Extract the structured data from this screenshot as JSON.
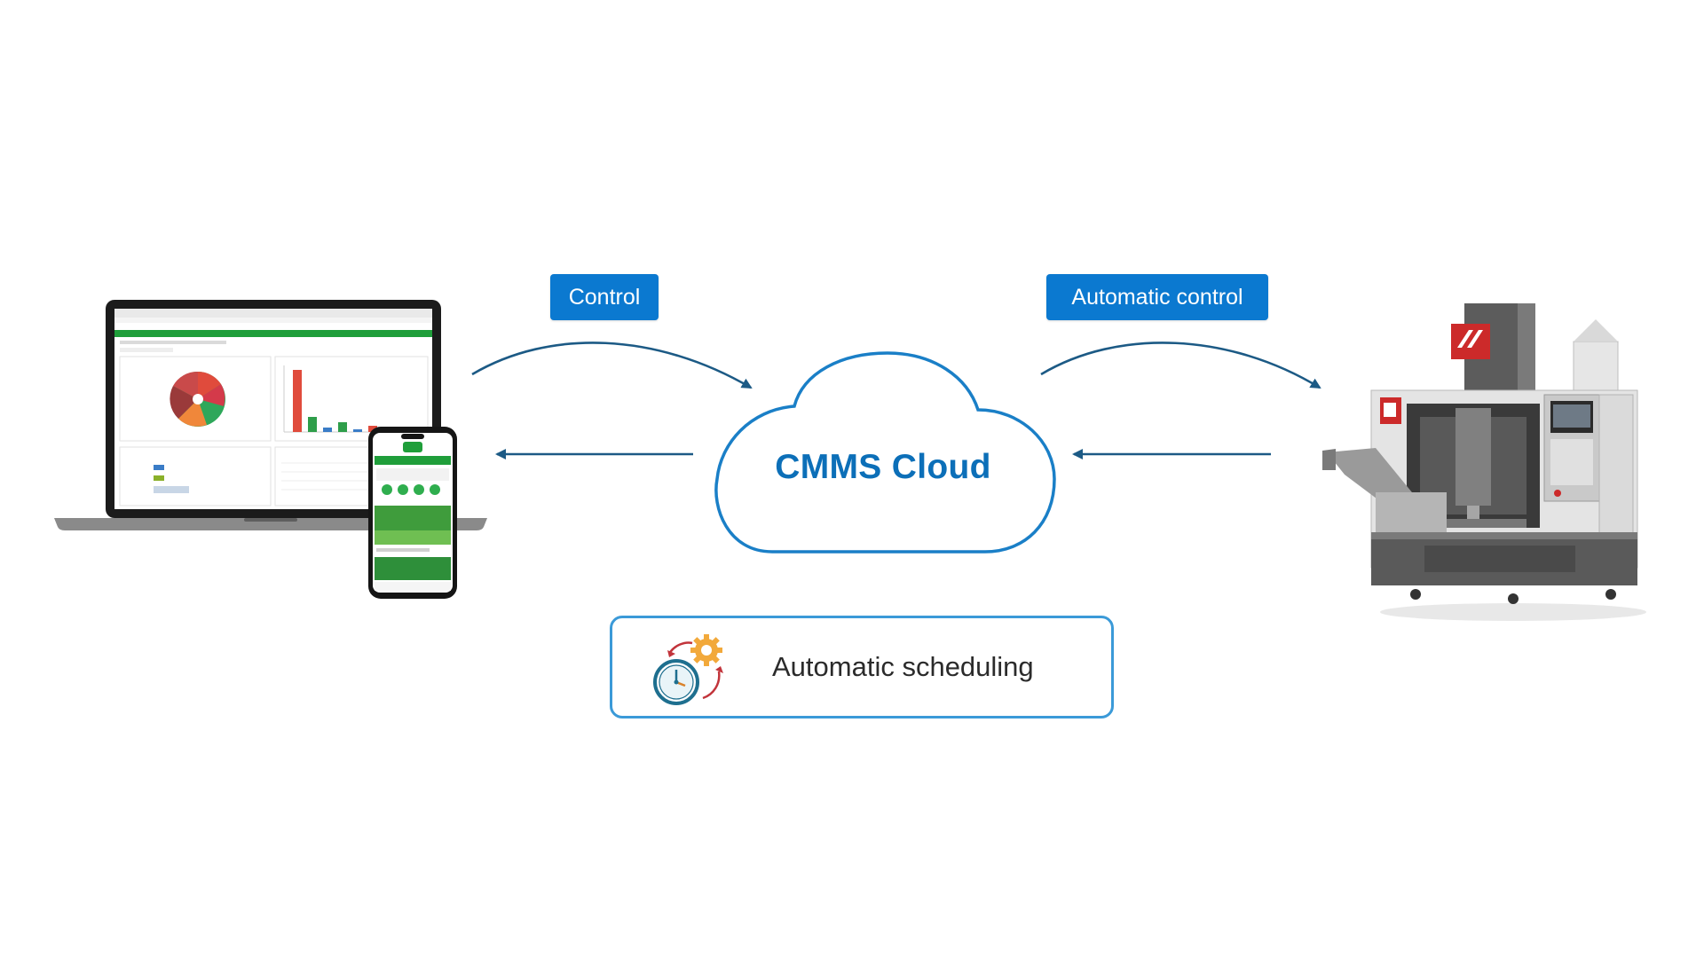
{
  "diagram": {
    "labels": {
      "control": "Control",
      "automatic_control": "Automatic control"
    },
    "cloud": {
      "title": "CMMS Cloud"
    },
    "scheduling": {
      "label": "Automatic scheduling",
      "icon": "clock-gear-cycle-icon"
    },
    "devices": {
      "left": [
        "laptop-dashboard",
        "smartphone-app"
      ],
      "right": "cnc-machine"
    },
    "colors": {
      "accent": "#0b79d0",
      "cloud_stroke": "#1a7fc7",
      "cloud_text": "#0c6fb8",
      "arrow": "#1c5a85",
      "box_border": "#3b9ad8",
      "brand_green": "#1f9e3a"
    }
  }
}
